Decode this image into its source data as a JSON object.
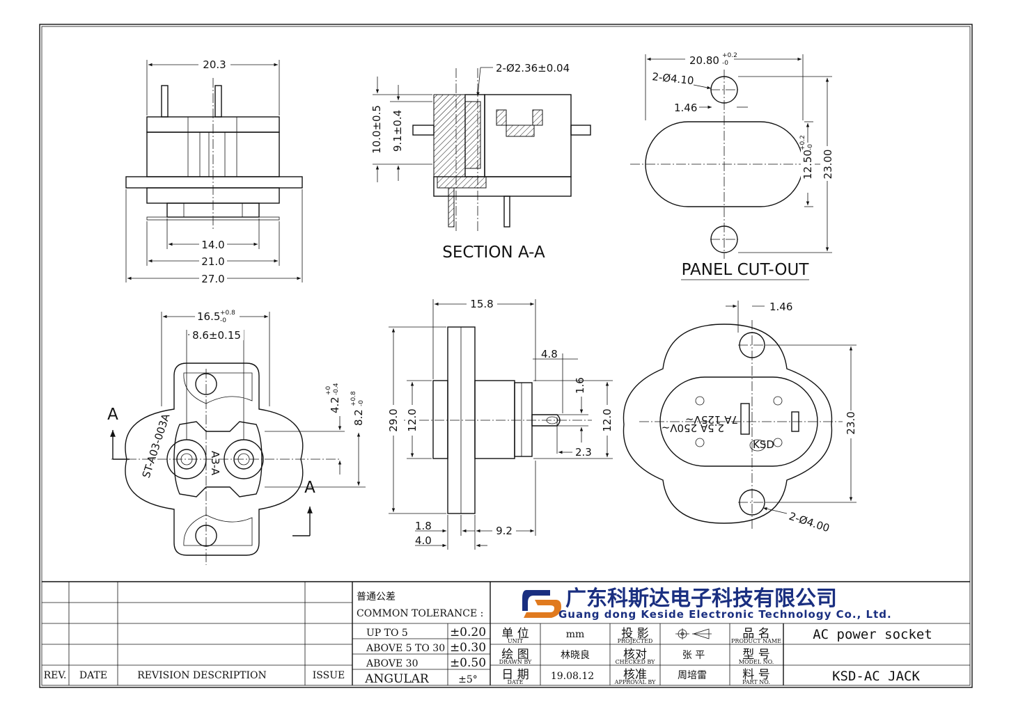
{
  "views": {
    "top": {
      "w_top": "20.3",
      "w_inner": "14.0",
      "w_mid": "21.0",
      "w_total": "27.0"
    },
    "section": {
      "title": "SECTION A-A",
      "hole_note": "2-Ø2.36±0.04",
      "h1": "10.0±0.5",
      "h2": "9.1±0.4"
    },
    "cutout": {
      "title": "PANEL CUT-OUT",
      "width": "20.80",
      "width_tol_up": "+0.2",
      "width_tol_dn": "-0",
      "hole_note": "2-Ø4.10",
      "offset": "1.46",
      "inner_h": "12.50",
      "inner_tol_up": "+0.2",
      "inner_tol_dn": "-0",
      "total_h": "23.00"
    },
    "front": {
      "w1": "16.5",
      "w1_tol_up": "+0.8",
      "w1_tol_dn": "-0",
      "w2": "8.6±0.15",
      "h1": "4.2",
      "h1_tol_up": "+0",
      "h1_tol_dn": "-0.4",
      "h2": "8.2",
      "h2_tol_up": "+0.8",
      "h2_tol_dn": "-0",
      "section_mark": "A",
      "mold_code": "ST-A03-003A",
      "mold_code2": "A3-A"
    },
    "side": {
      "depth": "15.8",
      "flange": "4.8",
      "pin": "1.6",
      "height": "29.0",
      "body": "12.0",
      "body_r": "12.0",
      "offset": "2.3",
      "a": "1.8",
      "b": "4.0",
      "c": "9.2"
    },
    "rear": {
      "offset": "1.46",
      "height": "23.0",
      "hole_note": "2-Ø4.00",
      "rating1": "2.5A 250V~",
      "rating2": "7A 125V~",
      "brand": "KSD"
    }
  },
  "title_block": {
    "rev_headers": {
      "rev": "REV.",
      "date": "DATE",
      "desc": "REVISION  DESCRIPTION",
      "issue": "ISSUE"
    },
    "tolerance": {
      "label_cn": "普通公差",
      "label_en": "COMMON TOLERANCE :",
      "rows": [
        {
          "range": "UP TO 5",
          "value": "±0.20"
        },
        {
          "range": "ABOVE 5 TO 30",
          "value": "±0.30"
        },
        {
          "range": "ABOVE 30",
          "value": "±0.50"
        },
        {
          "range": "ANGULAR",
          "value": "±5°"
        }
      ]
    },
    "company": {
      "cn": "广东科斯达电子科技有限公司",
      "en": "Guang dong Keside  Electronic Technology Co., Ltd."
    },
    "fields": {
      "unit_cn": "单 位",
      "unit_en": "UNIT",
      "unit_val": "mm",
      "proj_cn": "投 影",
      "proj_en": "PROJECTED",
      "name_cn": "品  名",
      "name_en": "PRODUCT NAME",
      "name_val": "AC power socket",
      "drawn_cn": "绘 图",
      "drawn_en": "DRAWN BY",
      "drawn_val": "林晓良",
      "checked_cn": "核对",
      "checked_en": "CHECKED BY",
      "checked_val": "张 平",
      "model_cn": "型  号",
      "model_en": "MODEL NO.",
      "date_cn": "日 期",
      "date_en": "DATE",
      "date_val": "19.08.12",
      "approval_cn": "核准",
      "approval_en": "APPROVAL BY",
      "approval_val": "周培雷",
      "part_cn": "料  号",
      "part_en": "PART NO.",
      "part_val": "KSD-AC  JACK"
    }
  },
  "colors": {
    "ink": "#111111",
    "brand": "#1a2f80",
    "logo_orange": "#e07a1f"
  }
}
